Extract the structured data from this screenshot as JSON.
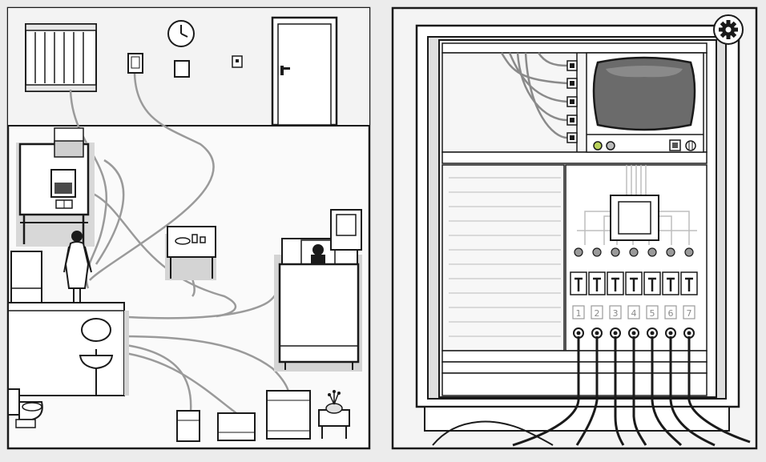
{
  "scene": {
    "left_panel": "room",
    "right_panel": "control-cabinet"
  },
  "cabinet": {
    "switch_numbers": [
      "1",
      "2",
      "3",
      "4",
      "5",
      "6",
      "7"
    ],
    "switch_count": 7
  },
  "icons": {
    "settings": "gear-icon",
    "clock": "clock-icon"
  },
  "colors": {
    "line": "#1a1a1a",
    "paper": "#ffffff",
    "wall": "#f7f7f7",
    "shade": "#cfcfcf",
    "screen": "#6b6b6b",
    "indicator_green": "#b8d15a",
    "cable_gray": "#9a9a9a"
  }
}
